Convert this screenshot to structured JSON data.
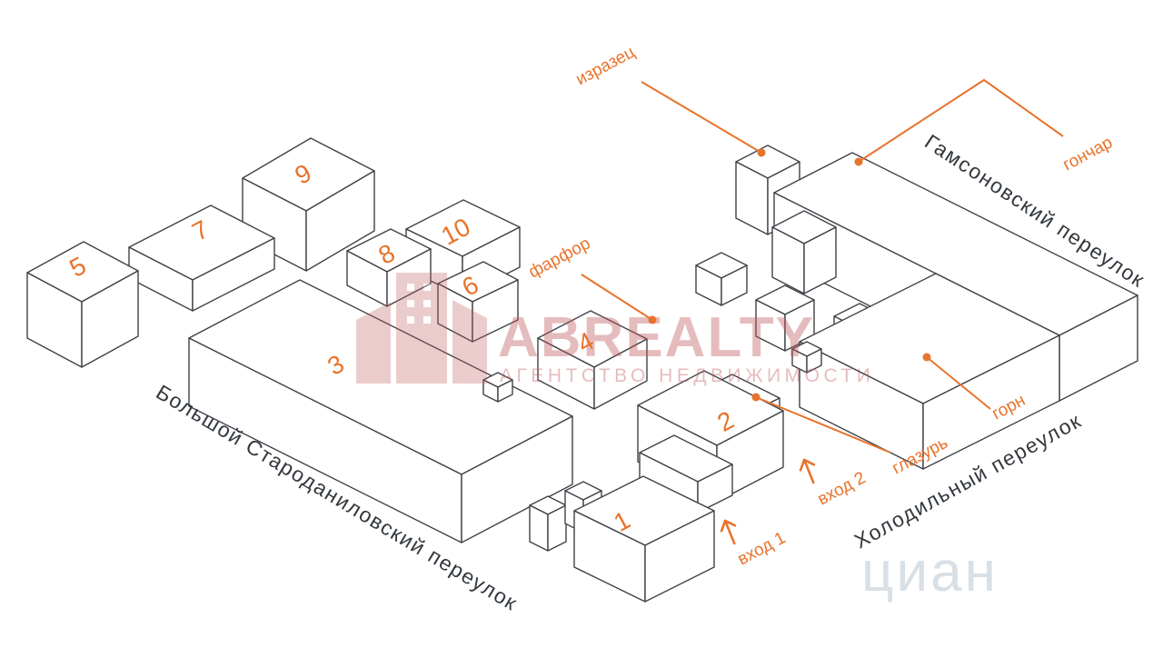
{
  "map": {
    "streets": {
      "bolshoy": "Большой Староданиловский переулок",
      "gamsonovsky": "Гамсоновский переулок",
      "kholodilny": "Холодильный переулок"
    },
    "building_numbers": [
      "1",
      "2",
      "3",
      "4",
      "5",
      "6",
      "7",
      "8",
      "9",
      "10"
    ],
    "labels": {
      "izrazets": "изразец",
      "gonchar": "гончар",
      "farfor": "фарфор",
      "glazur": "глазурь",
      "gorn": "горн"
    },
    "entrances": {
      "entrance1": "вход 1",
      "entrance2": "вход 2"
    }
  },
  "watermark": {
    "brand": "ABREALTY",
    "subtitle": "АГЕНТСТВО НЕДВИЖИМОСТИ",
    "corner": "циан"
  },
  "colors": {
    "accent": "#e8732b",
    "outline": "#3e4247",
    "background": "#ffffff",
    "watermark_brand": "#c05a5c",
    "watermark_corner": "#b9c6d2"
  }
}
